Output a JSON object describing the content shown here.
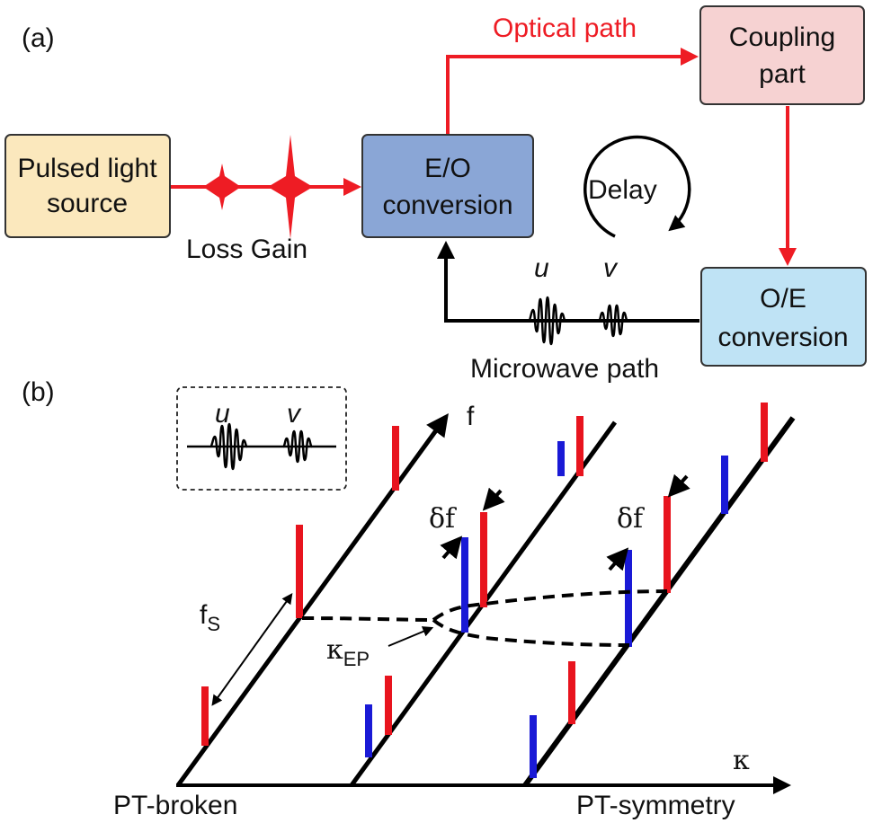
{
  "panel_a": {
    "label": "(a)",
    "blocks": {
      "source": {
        "line1": "Pulsed light",
        "line2": "source",
        "fill": "#fbe8bd"
      },
      "eo": {
        "line1": "E/O",
        "line2": "conversion",
        "fill": "#8aa6d6"
      },
      "coupling": {
        "line1": "Coupling",
        "line2": "part",
        "fill": "#f6d2d2"
      },
      "oe": {
        "line1": "O/E",
        "line2": "conversion",
        "fill": "#bfe3f5"
      }
    },
    "optical_path_label": "Optical path",
    "loss_gain_label": "Loss Gain",
    "delay_label": "Delay",
    "microwave_path_label": "Microwave path",
    "u_label": "u",
    "v_label": "v"
  },
  "panel_b": {
    "label": "(b)",
    "inset": {
      "u_label": "u",
      "v_label": "v"
    },
    "f_axis_label": "f",
    "fs_label": "f",
    "fs_sub": "S",
    "kappa_ep_label": "κ",
    "kappa_ep_sub": "EP",
    "delta_f_label_1": "δf",
    "delta_f_label_2": "δf",
    "kappa_axis_label": "κ",
    "pt_broken_label": "PT-broken",
    "pt_symmetry_label": "PT-symmetry"
  },
  "colors": {
    "optical": "#ee1c24",
    "electrical": "#000000",
    "red_mode": "#e8141e",
    "blue_mode": "#1a1ad6"
  }
}
